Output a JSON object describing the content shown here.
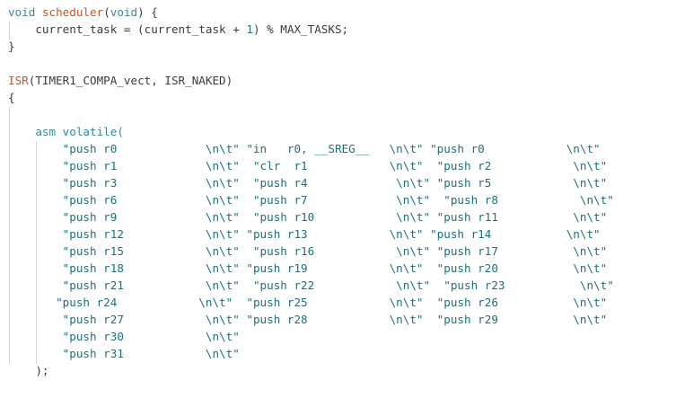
{
  "editor": {
    "scheduler": {
      "kw_void": "void",
      "fn_name": "scheduler",
      "open_paren": "(",
      "param_void": "void",
      "sig_end": ") {",
      "body_a": "    current_task = (current_task + ",
      "body_num": "1",
      "body_b": ") % MAX_TASKS;",
      "close": "}"
    },
    "isr": {
      "fn_name": "ISR",
      "args": "(TIMER1_COMPA_vect, ISR_NAKED)",
      "open": "{",
      "asm_kw": "    asm volatile(",
      "asm_rows": [
        "        \"push r0             \\n\\t\" \"in   r0, __SREG__   \\n\\t\" \"push r0            \\n\\t\"",
        "        \"push r1             \\n\\t\"  \"clr  r1            \\n\\t\"  \"push r2            \\n\\t\"",
        "        \"push r3             \\n\\t\"  \"push r4             \\n\\t\" \"push r5            \\n\\t\"",
        "        \"push r6             \\n\\t\"  \"push r7             \\n\\t\"  \"push r8            \\n\\t\"",
        "        \"push r9             \\n\\t\"  \"push r10            \\n\\t\" \"push r11           \\n\\t\"",
        "        \"push r12            \\n\\t\" \"push r13            \\n\\t\" \"push r14           \\n\\t\"",
        "        \"push r15            \\n\\t\"  \"push r16            \\n\\t\" \"push r17           \\n\\t\"",
        "        \"push r18            \\n\\t\" \"push r19            \\n\\t\"  \"push r20           \\n\\t\"",
        "        \"push r21            \\n\\t\"  \"push r22            \\n\\t\"  \"push r23           \\n\\t\"",
        "       \"push r24            \\n\\t\"  \"push r25            \\n\\t\"  \"push r26           \\n\\t\"",
        "        \"push r27            \\n\\t\" \"push r28            \\n\\t\"  \"push r29           \\n\\t\"",
        "        \"push r30            \\n\\t\"",
        "        \"push r31            \\n\\t\""
      ],
      "asm_close": "    );"
    }
  }
}
